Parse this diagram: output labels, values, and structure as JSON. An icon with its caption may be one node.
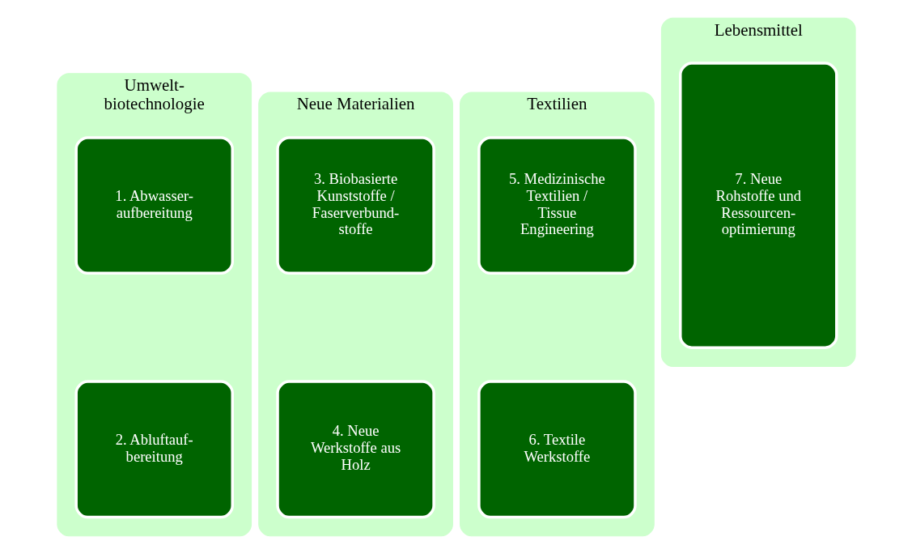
{
  "diagram": {
    "nodes": [
      {
        "text": [
          "Umwelt- biotechnologie"
        ]
      },
      {
        "text": [
          "1. Abwasser- aufbereitung"
        ],
        "in": 0
      },
      {
        "text": [
          "2. Abluftauf- bereitung"
        ],
        "in": 0
      },
      {
        "text": [
          "Neue Materialien"
        ]
      },
      {
        "text": [
          "3. Biobasierte Kunststoffe / Faserverbund- stoffe"
        ],
        "in": 3
      },
      {
        "text": [
          "4. Neue Werkstoffe aus Holz"
        ],
        "in": 3
      },
      {
        "text": [
          "Textilien"
        ]
      },
      {
        "text": [
          "5. Medizinische Textilien / Tissue Engineering"
        ],
        "in": 6
      },
      {
        "text": [
          "6. Textile Werkstoffe"
        ],
        "in": 6
      },
      {
        "text": [
          "Lebensmittel"
        ]
      },
      {
        "text": [
          "7. Neue Rohstoffe und Ressourcen- optimierung"
        ],
        "in": 9
      }
    ]
  }
}
